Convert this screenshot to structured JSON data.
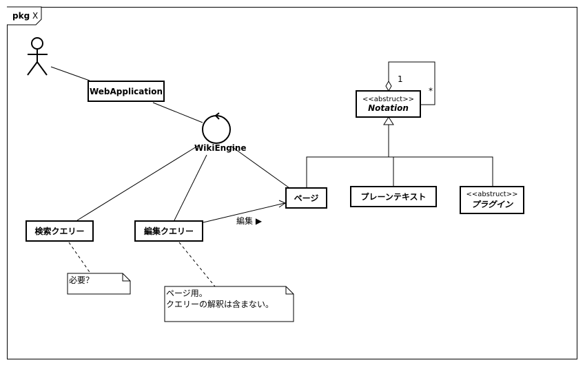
{
  "package": {
    "keyword": "pkg",
    "name": "X"
  },
  "actor": {
    "name": ""
  },
  "elements": {
    "web_application": "WebApplication",
    "wiki_engine": "WikiEngine",
    "notation": {
      "stereotype": "<<abstruct>>",
      "name": "Notation"
    },
    "page": "ページ",
    "plain_text": "プレーンテキスト",
    "plugin": {
      "stereotype": "<<abstruct>>",
      "name": "プラグイン"
    },
    "search_query": "検索クエリー",
    "edit_query": "編集クエリー"
  },
  "associations": {
    "self_multiplicity_one": "1",
    "self_multiplicity_many": "*",
    "edit_label": "編集 ▶"
  },
  "notes": {
    "search_note": "必要？",
    "edit_note_line1": "ページ用。",
    "edit_note_line2": "クエリーの解釈は含まない。"
  }
}
